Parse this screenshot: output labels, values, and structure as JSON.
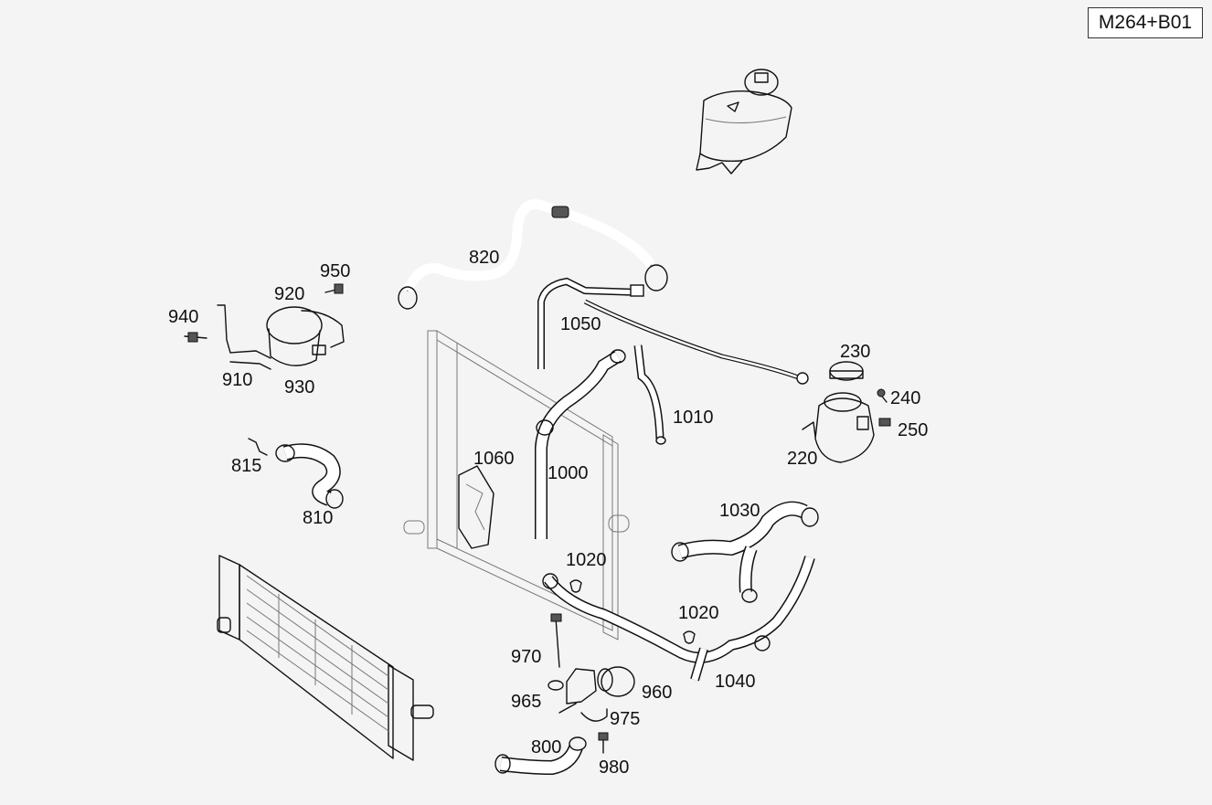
{
  "diagram_code": "M264+B01",
  "callouts": {
    "c820": "820",
    "c950": "950",
    "c920": "920",
    "c940": "940",
    "c910": "910",
    "c930": "930",
    "c1050": "1050",
    "c230": "230",
    "c240": "240",
    "c250": "250",
    "c220": "220",
    "c1010": "1010",
    "c1060": "1060",
    "c1000": "1000",
    "c815": "815",
    "c810": "810",
    "c1030": "1030",
    "c1020a": "1020",
    "c1020b": "1020",
    "c970": "970",
    "c1040": "1040",
    "c960": "960",
    "c965": "965",
    "c975": "975",
    "c800": "800",
    "c980": "980"
  }
}
